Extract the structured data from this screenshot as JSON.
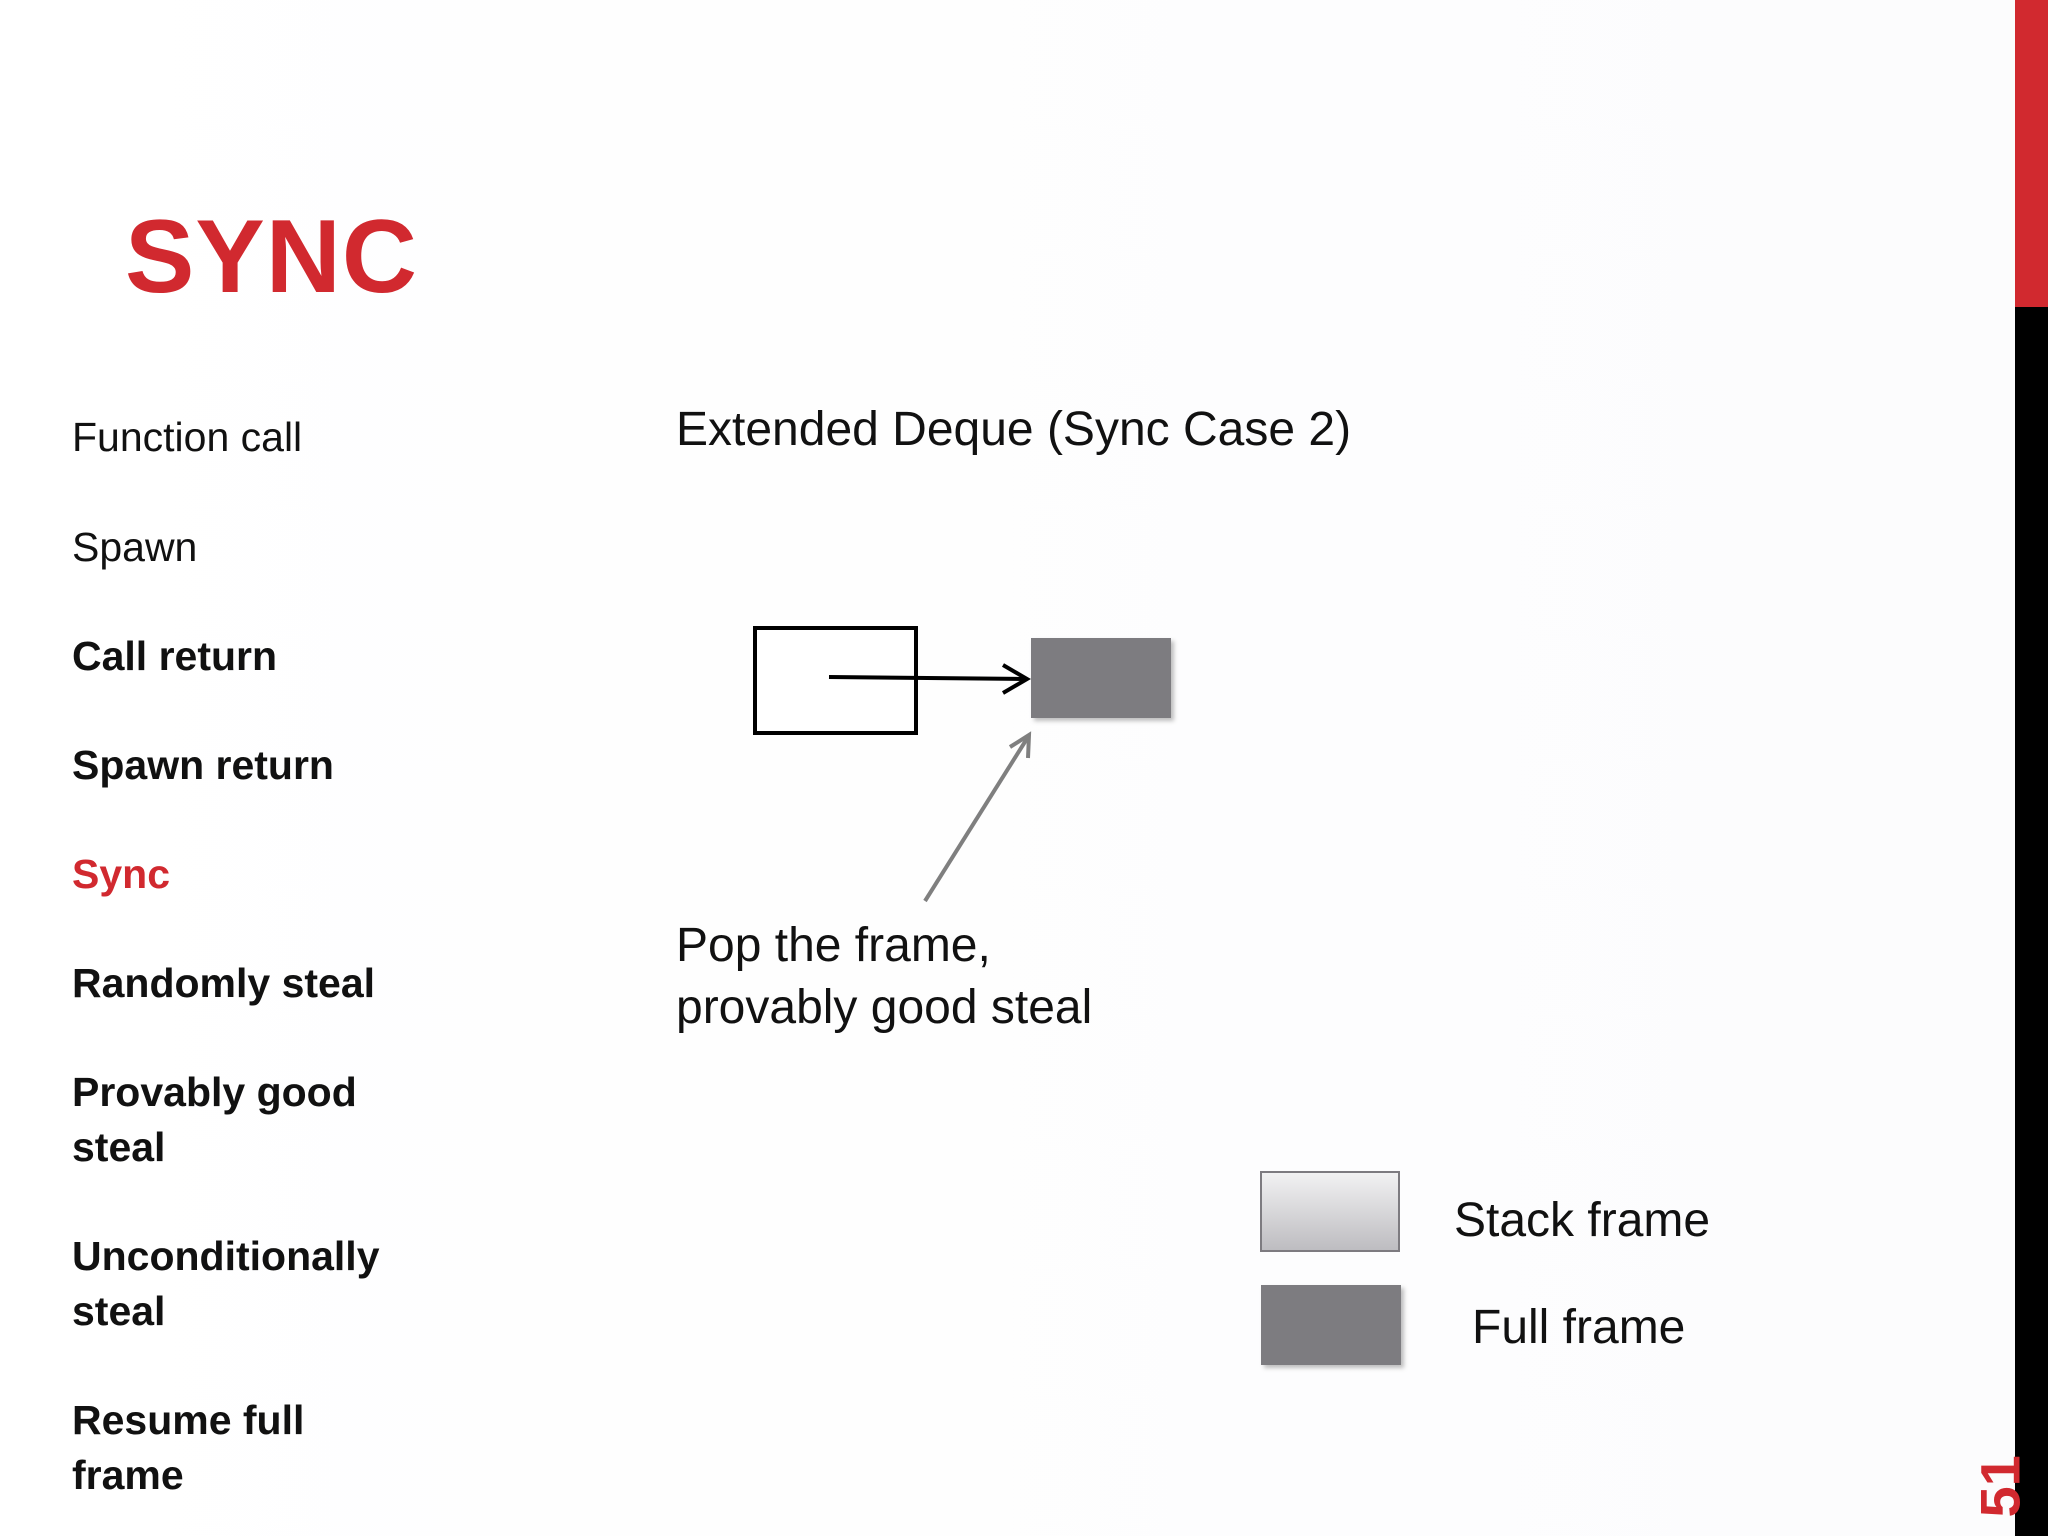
{
  "slide": {
    "title": "SYNC",
    "number": "51",
    "colors": {
      "accent": "#d1292f",
      "sidebar": "#000000",
      "full_frame": "#7d7b80",
      "stack_frame_top": "#f2f2f3",
      "stack_frame_bottom": "#bdbcc0"
    }
  },
  "nav": {
    "items": [
      {
        "label": "Function call",
        "style": "normal"
      },
      {
        "label": "Spawn",
        "style": "normal"
      },
      {
        "label": "Call return",
        "style": "bold"
      },
      {
        "label": "Spawn return",
        "style": "bold"
      },
      {
        "label": "Sync",
        "style": "active"
      },
      {
        "label": "Randomly steal",
        "style": "bold"
      },
      {
        "label": "Provably good\nsteal",
        "style": "bold"
      },
      {
        "label": "Unconditionally\nsteal",
        "style": "bold"
      },
      {
        "label": "Resume full\nframe",
        "style": "bold"
      }
    ]
  },
  "diagram": {
    "title": "Extended Deque (Sync Case 2)",
    "annotation_line1": "Pop the frame,",
    "annotation_line2": "provably good steal"
  },
  "legend": {
    "stack_frame": "Stack frame",
    "full_frame": "Full frame"
  }
}
